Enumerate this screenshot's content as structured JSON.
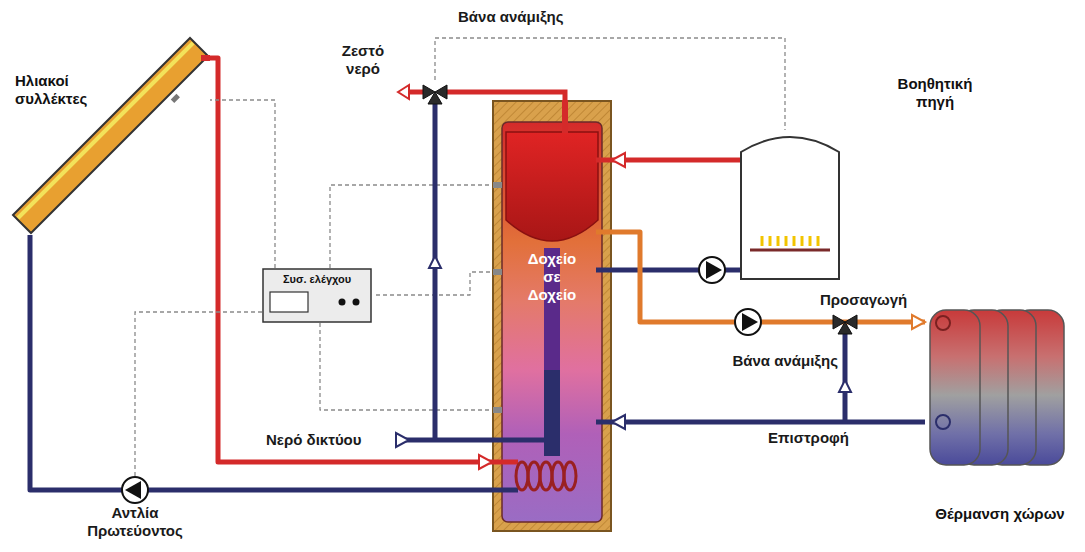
{
  "diagram": {
    "nodes": [
      {
        "text": [
          "Ηλιακοί συλλέκτες"
        ]
      },
      {
        "text": [
          "Συσ. ελέγχου"
        ]
      },
      {
        "text": [
          "Δοχείο σε Δοχείο"
        ]
      },
      {
        "text": [
          "Βοηθητική πηγή"
        ]
      },
      {
        "text": [
          "Θέρμανση χώρων"
        ]
      }
    ],
    "edges": [
      {
        "from": 0,
        "to": 2,
        "arrow": "to"
      },
      {
        "from": 2,
        "to": 0,
        "arrow": "none"
      },
      {
        "from": 2,
        "to": 3,
        "arrow": "none"
      },
      {
        "from": 3,
        "to": 2,
        "arrow": "to"
      },
      {
        "from": 2,
        "to": 4,
        "arrow": "to",
        "label": "Προσαγωγή"
      },
      {
        "from": 4,
        "to": 2,
        "arrow": "to",
        "label": "Επιστροφή"
      },
      {
        "from": 1,
        "to": 0,
        "arrow": "none"
      },
      {
        "from": 1,
        "to": 2,
        "arrow": "none"
      },
      {
        "from": 1,
        "to": 2,
        "arrow": "none"
      },
      {
        "from": 1,
        "to": 2,
        "arrow": "none"
      }
    ],
    "labels": [
      "Βάνα ανάμιξης",
      "Ζεστό νερό",
      "Νερό δικτύου",
      "Βάνα ανάμιξης",
      "Αντλία Πρωτεύοντος"
    ]
  }
}
